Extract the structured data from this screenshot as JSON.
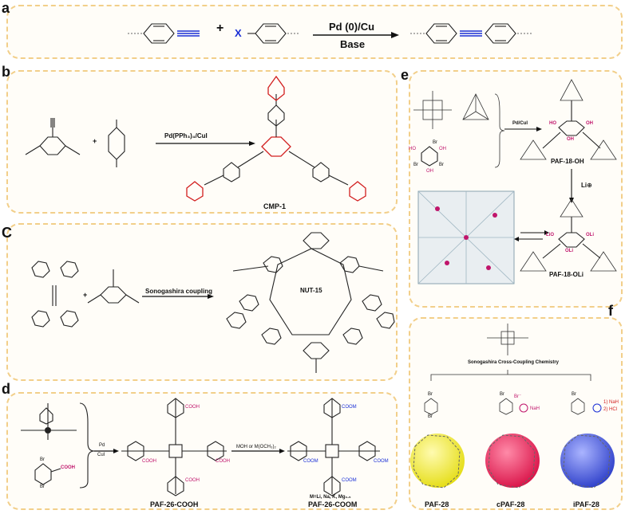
{
  "panels": {
    "a": {
      "letter": "a",
      "x_symbol": "X",
      "plus": "+",
      "condition_top": "Pd (0)/Cu",
      "condition_bottom": "Base"
    },
    "b": {
      "letter": "b",
      "plus": "+",
      "catalyst": "Pd(PPh₃)₄/CuI",
      "product": "CMP-1"
    },
    "c": {
      "letter": "C",
      "plus": "+",
      "reaction": "Sonogashira coupling",
      "product": "NUT-15"
    },
    "d": {
      "letter": "d",
      "catalyst_top": "Pd",
      "catalyst_bottom": "CuI",
      "cooh_label": "COOH",
      "reagent": "MOH or M(OCH₃)₂",
      "coom_label": "COOM",
      "metal_note": "M=Li, Na, K, Mg₀.₅",
      "product_left": "PAF-26-COOH",
      "product_right": "PAF-26-COOM",
      "br_label": "Br"
    },
    "e": {
      "letter": "e",
      "catalyst": "Pd/CuI",
      "oh": "OH",
      "ho": "HO",
      "br": "Br",
      "product_top": "PAF-18-OH",
      "li_label": "Li⊕",
      "oli": "OLi",
      "lio": "LiO",
      "product_bottom": "PAF-18-OLi"
    },
    "f": {
      "letter": "f",
      "chemistry": "Sonogashira Cross-Coupling Chemistry",
      "br": "Br",
      "br_minus": "Br⁻",
      "nah": "NaH",
      "step1": "1) NaH",
      "step2": "2) HCl",
      "names": [
        "PAF-28",
        "cPAF-28",
        "iPAF-28"
      ]
    }
  },
  "colors": {
    "panel_border": "#f2cf8a",
    "red": "#d21f1f",
    "blue": "#1a2fd6",
    "magenta": "#c0156b",
    "sphere_yellow": "#f3ee2a",
    "sphere_red": "#e8174f",
    "sphere_blue": "#3b4fd8"
  }
}
